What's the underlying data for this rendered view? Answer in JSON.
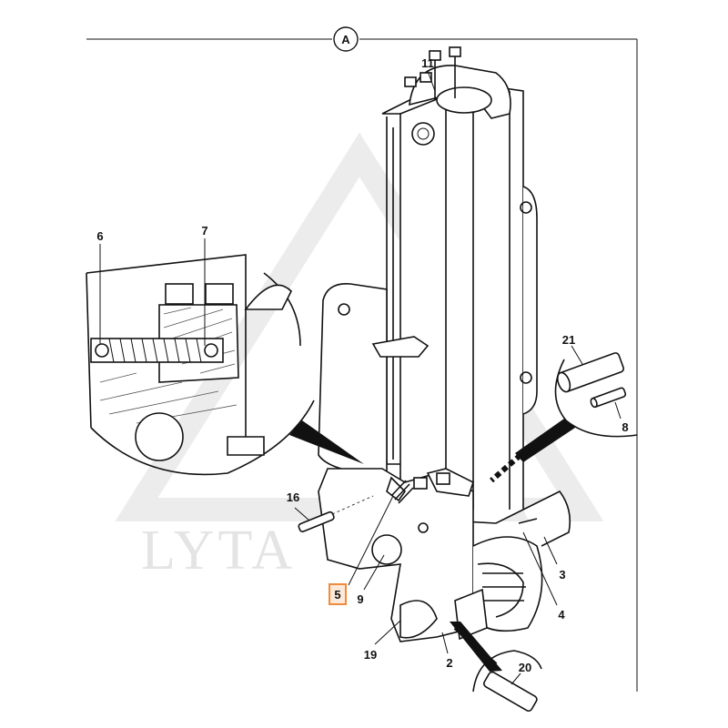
{
  "header": {
    "view_label": "A"
  },
  "watermark": {
    "text": "LYTA"
  },
  "callouts": [
    {
      "id": "11",
      "text": "11",
      "highlighted": false
    },
    {
      "id": "6",
      "text": "6",
      "highlighted": false
    },
    {
      "id": "7",
      "text": "7",
      "highlighted": false
    },
    {
      "id": "21",
      "text": "21",
      "highlighted": false
    },
    {
      "id": "8",
      "text": "8",
      "highlighted": false
    },
    {
      "id": "16",
      "text": "16",
      "highlighted": false
    },
    {
      "id": "5",
      "text": "5",
      "highlighted": true
    },
    {
      "id": "9",
      "text": "9",
      "highlighted": false
    },
    {
      "id": "3",
      "text": "3",
      "highlighted": false
    },
    {
      "id": "4",
      "text": "4",
      "highlighted": false
    },
    {
      "id": "19",
      "text": "19",
      "highlighted": false
    },
    {
      "id": "2",
      "text": "2",
      "highlighted": false
    },
    {
      "id": "20",
      "text": "20",
      "highlighted": false
    }
  ],
  "colors": {
    "highlight": "#f08a3c",
    "highlight_fill": "#fde9d9",
    "line": "#111111",
    "watermark": "#e4e4e4"
  }
}
